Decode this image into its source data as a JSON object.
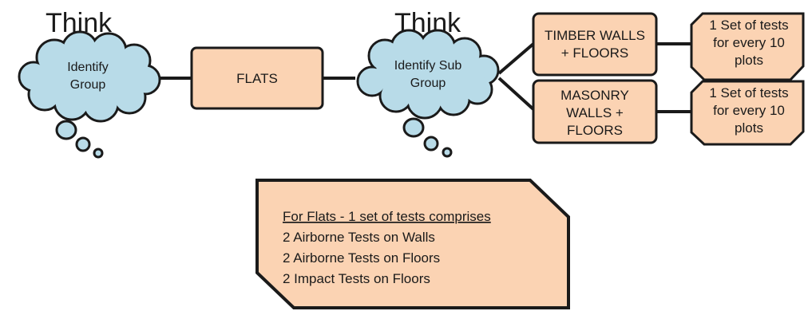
{
  "colors": {
    "box_fill": "#fbd3b3",
    "cloud_fill": "#b8dbe8",
    "stroke": "#1a1a1a"
  },
  "think_labels": [
    "Think",
    "Think"
  ],
  "clouds": [
    {
      "lines": [
        "Identify",
        "Group"
      ]
    },
    {
      "lines": [
        "Identify Sub",
        "Group"
      ]
    }
  ],
  "flats_box": {
    "label": "FLATS"
  },
  "subgroups": [
    {
      "lines": [
        "TIMBER WALLS",
        "+ FLOORS"
      ]
    },
    {
      "lines": [
        "MASONRY",
        "WALLS +",
        "FLOORS"
      ]
    }
  ],
  "test_boxes": [
    {
      "lines": [
        "1 Set of tests",
        "for every 10",
        "plots"
      ]
    },
    {
      "lines": [
        "1 Set of tests",
        "for every 10",
        "plots"
      ]
    }
  ],
  "note": {
    "heading": "For Flats - 1 set of tests comprises",
    "items": [
      "2 Airborne Tests on Walls",
      "2 Airborne Tests on Floors",
      "2 Impact Tests on Floors"
    ]
  }
}
